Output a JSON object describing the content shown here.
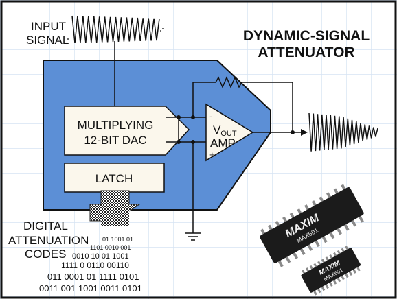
{
  "title": {
    "line1": "DYNAMIC-SIGNAL",
    "line2": "ATTENUATOR"
  },
  "input_label": {
    "line1": "INPUT",
    "line2": "SIGNAL"
  },
  "dac_label": {
    "line1": "MULTIPLYING",
    "line2": "12-BIT DAC"
  },
  "latch_label": "LATCH",
  "amp_label": {
    "v": "V",
    "sub": "OUT",
    "amp": "AMP",
    "minus": "-",
    "plus": "+"
  },
  "codes_label": {
    "line1": "DIGITAL",
    "line2": "ATTENUATION",
    "line3": "CODES"
  },
  "code_lines": [
    "01 1001 01",
    "1101 0010 001",
    "0010 10 01 1001",
    "1111 0 0110 00110",
    "011 0001 01 1111 0101",
    "0011 001 1001 0011 0101"
  ],
  "chip_large": {
    "brand": "MAXIM",
    "part": "MAX501"
  },
  "chip_small": {
    "brand": "MAXIM",
    "part": "MAX501"
  },
  "colors": {
    "block": "#5c8fd6",
    "grid": "#d6e3f3",
    "box_fill": "#fbf7ec",
    "chip": "#1b1b1b"
  }
}
